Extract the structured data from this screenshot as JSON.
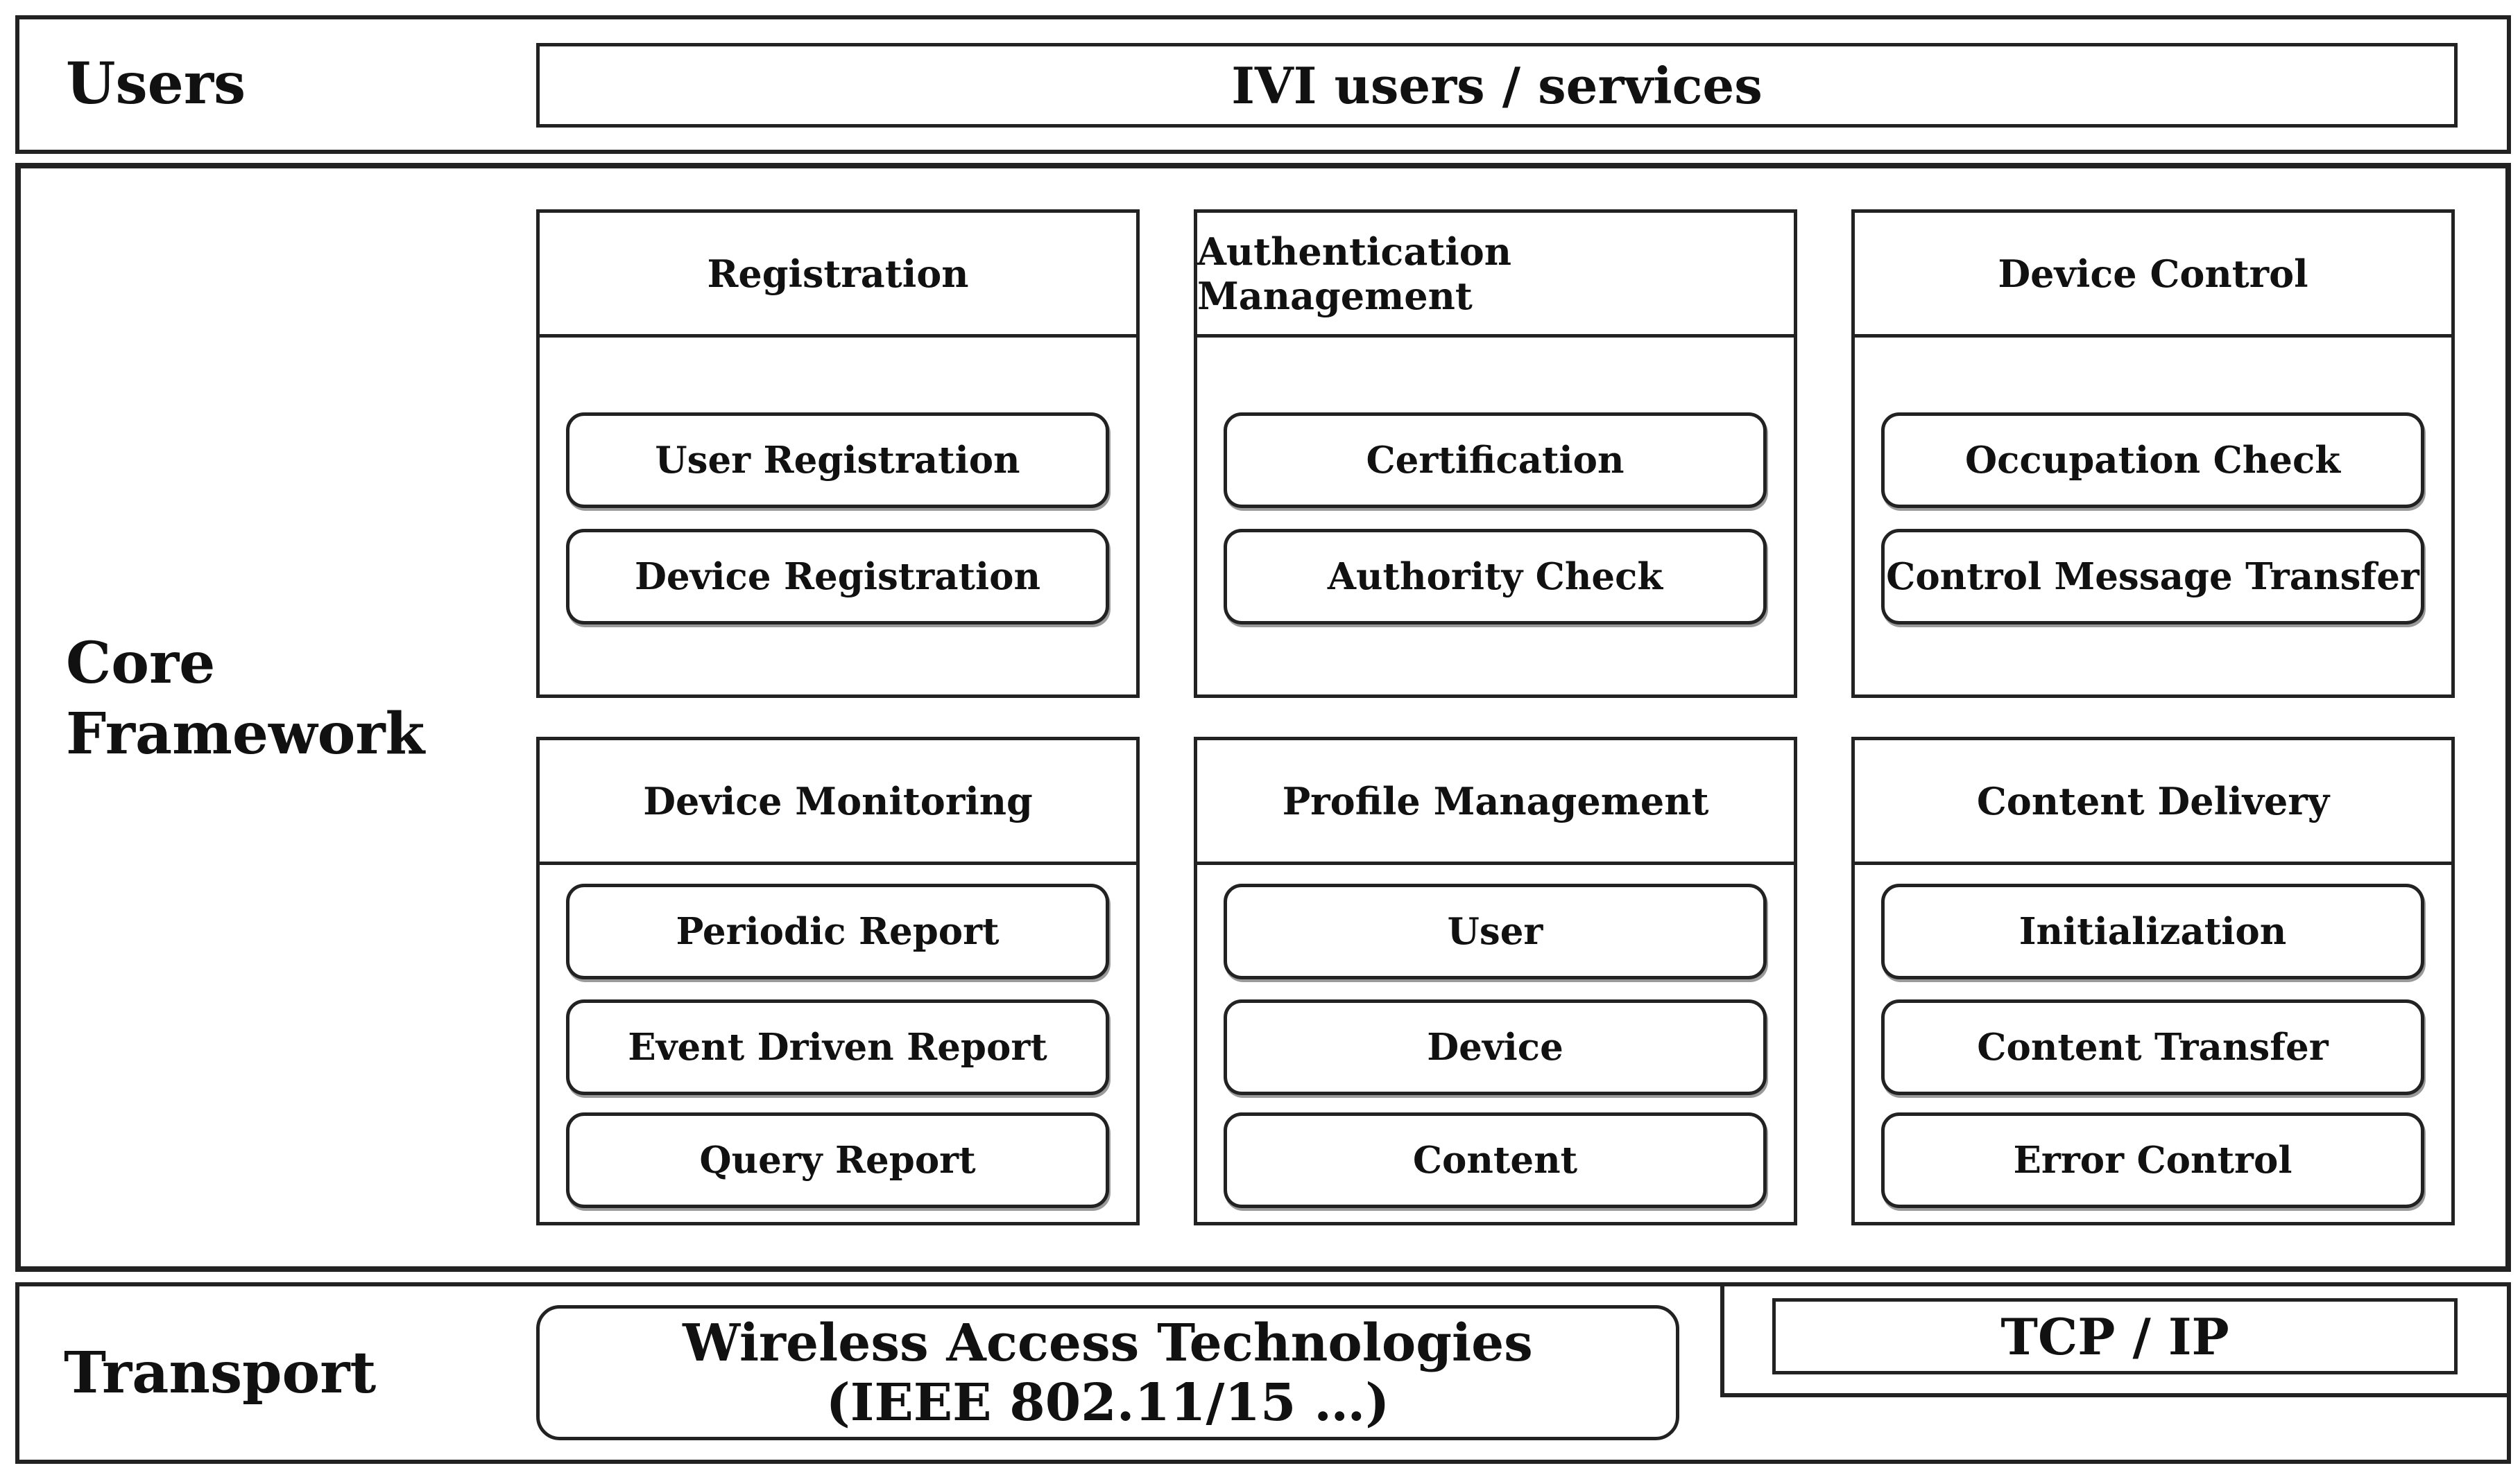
{
  "users_layer": {
    "label": "Users",
    "box": "IVI users / services"
  },
  "core_layer": {
    "label_line1": "Core",
    "label_line2": "Framework",
    "modules": [
      {
        "title": "Registration",
        "items": [
          "User Registration",
          "Device Registration"
        ]
      },
      {
        "title": "Authentication Management",
        "items": [
          "Certification",
          "Authority Check"
        ]
      },
      {
        "title": "Device Control",
        "items": [
          "Occupation Check",
          "Control Message Transfer"
        ]
      },
      {
        "title": "Device Monitoring",
        "items": [
          "Periodic Report",
          "Event Driven Report",
          "Query Report"
        ]
      },
      {
        "title": "Profile Management",
        "items": [
          "User",
          "Device",
          "Content"
        ]
      },
      {
        "title": "Content Delivery",
        "items": [
          "Initialization",
          "Content Transfer",
          "Error Control"
        ]
      }
    ]
  },
  "transport_layer": {
    "label": "Transport",
    "wireless_line1": "Wireless Access Technologies",
    "wireless_line2": "(IEEE 802.11/15 …)",
    "tcpip": "TCP / IP"
  }
}
